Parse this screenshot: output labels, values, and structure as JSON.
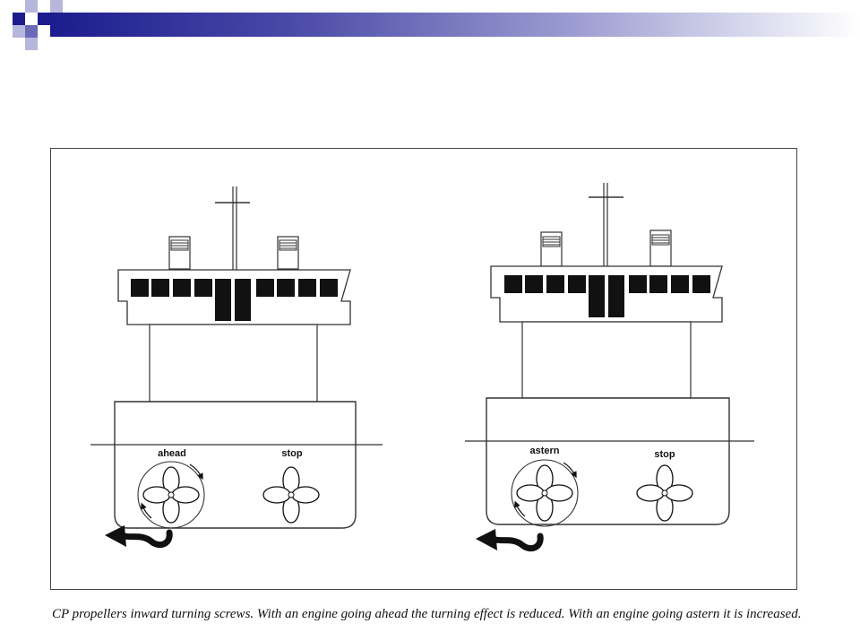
{
  "slide": {
    "accent_colors": {
      "dark_blue": "#1c1c8e",
      "mid_blue": "#6a6ab8",
      "light_blue": "#b7b7dd"
    }
  },
  "figure": {
    "left_ship": {
      "port_propeller_label": "ahead",
      "starboard_propeller_label": "stop"
    },
    "right_ship": {
      "port_propeller_label": "astern",
      "starboard_propeller_label": "stop"
    }
  },
  "caption": {
    "text": "CP propellers inward turning screws. With an engine going ahead the turning effect is reduced. With an engine going astern it is increased."
  }
}
